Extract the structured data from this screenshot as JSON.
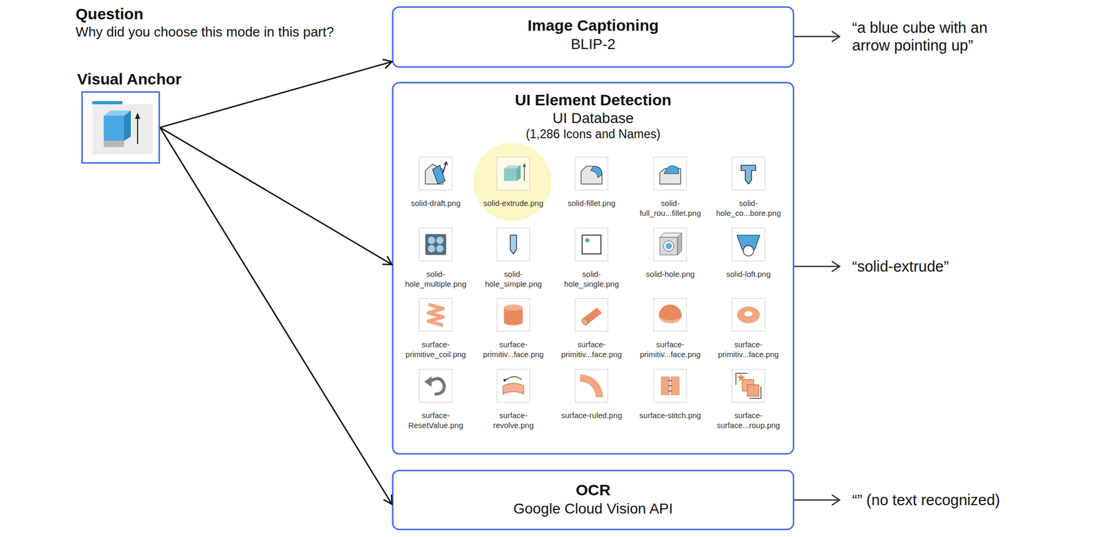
{
  "diagram": {
    "nodes": [
      {
        "text": [
          "Visual Anchor"
        ]
      },
      {
        "text": [
          "Image Captioning",
          "BLIP-2"
        ]
      },
      {
        "text": [
          "UI Element Detection",
          "UI Database",
          "(1,286 Icons and Names)"
        ]
      },
      {
        "text": [
          "OCR",
          "Google Cloud Vision API"
        ]
      }
    ],
    "edges": [
      {
        "from": 0,
        "to": 1,
        "arrow": "to"
      },
      {
        "from": 0,
        "to": 2,
        "arrow": "to"
      },
      {
        "from": 0,
        "to": 3,
        "arrow": "to"
      }
    ],
    "labels": [
      "Question",
      "Why did you choose this mode in this part?",
      "solid-draft.png",
      "solid-extrude.png",
      "solid-fillet.png",
      "solid- full_rou...fillet.png",
      "solid- hole_co...bore.png",
      "solid- hole_multiple.png",
      "solid- hole_simple.png",
      "solid- hole_single.png",
      "solid-hole.png",
      "solid-loft.png",
      "surface- primitive_coil.png",
      "surface- primitiv...face.png",
      "surface- primitiv...face.png",
      "surface- primitiv...face.png",
      "surface- primitiv...face.png",
      "surface- ResetValue.png",
      "surface- revolve.png",
      "surface-ruled.png",
      "surface-stitch.png",
      "surface- surface...roup.png",
      "“a blue cube with an arrow pointing up”",
      "“solid-extrude”",
      "“” (no text recognized)"
    ]
  }
}
